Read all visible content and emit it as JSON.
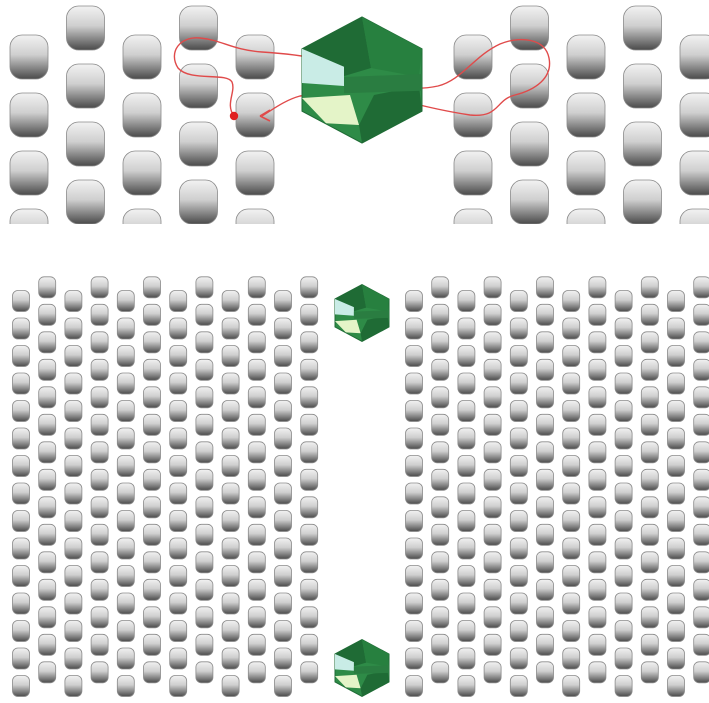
{
  "figure": {
    "panels": [
      {
        "id": "zoomed-detail",
        "elements": [
          "bead-grid-left",
          "bead-grid-right",
          "bicone-crystal",
          "thread-path",
          "thread-start-dot",
          "thread-arrow"
        ]
      },
      {
        "id": "full-pattern",
        "elements": [
          "bead-grid-left",
          "bead-grid-right",
          "bicone-crystal-top",
          "bicone-crystal-bottom"
        ]
      }
    ],
    "colors": {
      "background": "#ffffff",
      "bead_light": "#f2f2f2",
      "bead_dark": "#4a4a4a",
      "bead_outline": "#8a8a8a",
      "crystal_dark": "#1f6b35",
      "crystal_mid": "#2e8b47",
      "crystal_light": "#c9ece6",
      "crystal_pale": "#e4f4c8",
      "thread": "#e04a4a",
      "thread_dot": "#e02020"
    }
  }
}
